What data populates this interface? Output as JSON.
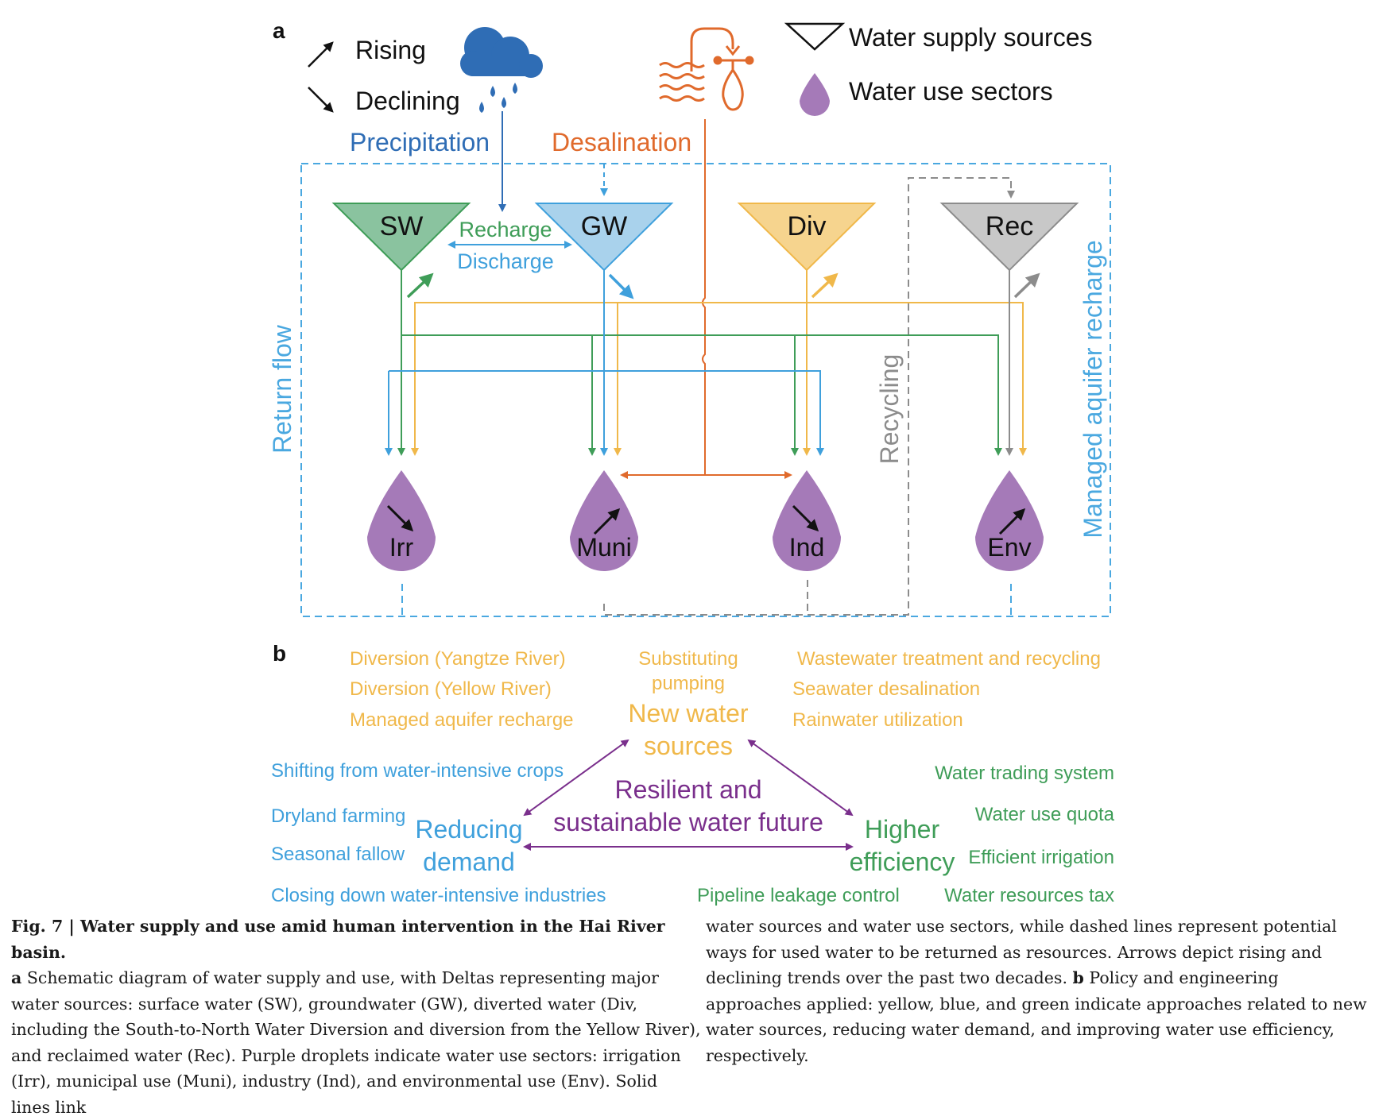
{
  "colors": {
    "sw": "#3f9d58",
    "gw": "#3fa0dc",
    "div": "#f0b84a",
    "rec": "#8c8c8c",
    "drop": "#a57ab8",
    "precip": "#2f6db5",
    "desal": "#e06a2c",
    "purple": "#7a2f8c",
    "dashed_blue": "#4aa8e0"
  },
  "panel_a": {
    "label": "a",
    "legend": {
      "rising": "Rising",
      "declining": "Declining",
      "supply_sources": "Water supply sources",
      "use_sectors": "Water use sectors"
    },
    "precipitation": "Precipitation",
    "desalination": "Desalination",
    "sources": {
      "sw": "SW",
      "gw": "GW",
      "div": "Div",
      "rec": "Rec"
    },
    "recharge": "Recharge",
    "discharge": "Discharge",
    "sectors": {
      "irr": "Irr",
      "muni": "Muni",
      "ind": "Ind",
      "env": "Env"
    },
    "return_flow": "Return flow",
    "recycling": "Recycling",
    "managed_aquifer_recharge": "Managed aquifer recharge"
  },
  "panel_b": {
    "label": "b",
    "new_sources_items": [
      "Diversion (Yangtze River)",
      "Diversion (Yellow River)",
      "Managed aquifer recharge"
    ],
    "substituting": [
      "Substituting",
      "pumping"
    ],
    "new_sources_title": [
      "New water",
      "sources"
    ],
    "new_sources_right_items": [
      "Wastewater treatment and recycling",
      "Seawater desalination",
      "Rainwater utilization"
    ],
    "center": [
      "Resilient and",
      "sustainable water future"
    ],
    "reducing_title": [
      "Reducing",
      "demand"
    ],
    "reducing_items": [
      "Shifting from water-intensive crops",
      "Dryland farming",
      "Seasonal fallow",
      "Closing down water-intensive industries"
    ],
    "efficiency_title": [
      "Higher",
      "efficiency"
    ],
    "efficiency_items": [
      "Water trading system",
      "Water use quota",
      "Efficient irrigation",
      "Pipeline leakage control",
      "Water resources tax"
    ]
  },
  "caption": {
    "fig_label": "Fig. 7 | Water supply and use amid human intervention in the Hai River basin.",
    "a_label": "a",
    "a_text": "Schematic diagram of water supply and use, with Deltas representing major water sources: surface water (SW), groundwater (GW), diverted water (Div, including the South-to-North Water Diversion and diversion from the Yellow River), and reclaimed water (Rec). Purple droplets indicate water use sectors: irrigation (Irr), municipal use (Muni), industry (Ind), and environmental use (Env). Solid lines link",
    "a_text_cont": "water sources and water use sectors, while dashed lines represent potential ways for used water to be returned as resources. Arrows depict rising and declining trends over the past two decades.",
    "b_label": "b",
    "b_text": "Policy and engineering approaches applied: yellow, blue, and green indicate approaches related to new water sources, reducing water demand, and improving water use efficiency, respectively."
  }
}
